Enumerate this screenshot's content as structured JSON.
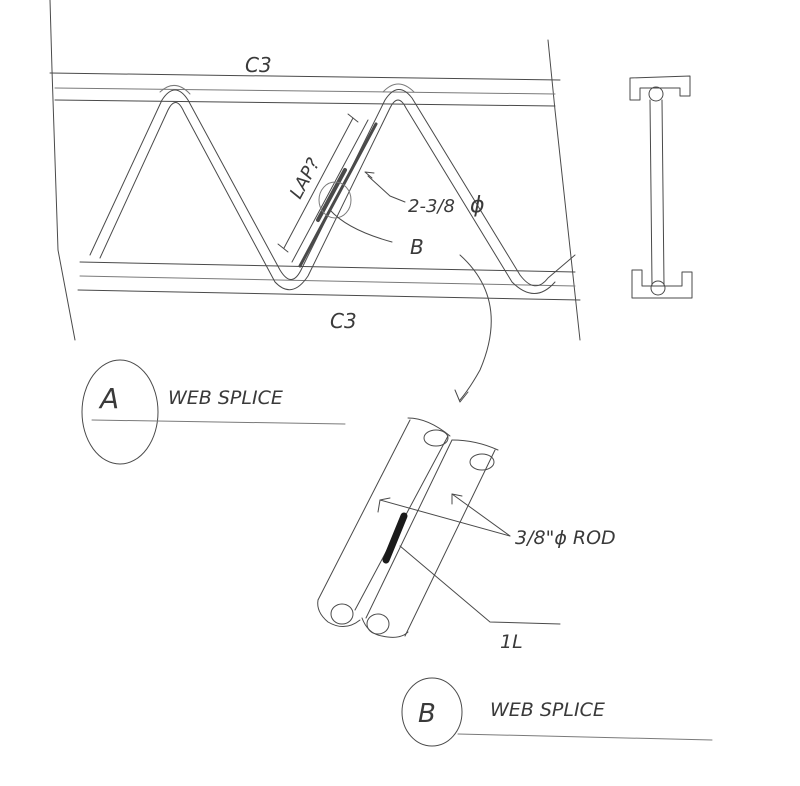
{
  "labels": {
    "top_chord": "C3",
    "bottom_chord": "C3",
    "lap": "LAP?",
    "weld_callout": "2-3/8",
    "rod_dia_symbol": "ϕ",
    "detail_ref": "B",
    "detail_a_letter": "A",
    "detail_a_title": "WEB SPLICE",
    "rod_callout": "3/8\"ϕ ROD",
    "weld_callout_b": "1L",
    "detail_b_letter": "B",
    "detail_b_title": "WEB SPLICE"
  }
}
